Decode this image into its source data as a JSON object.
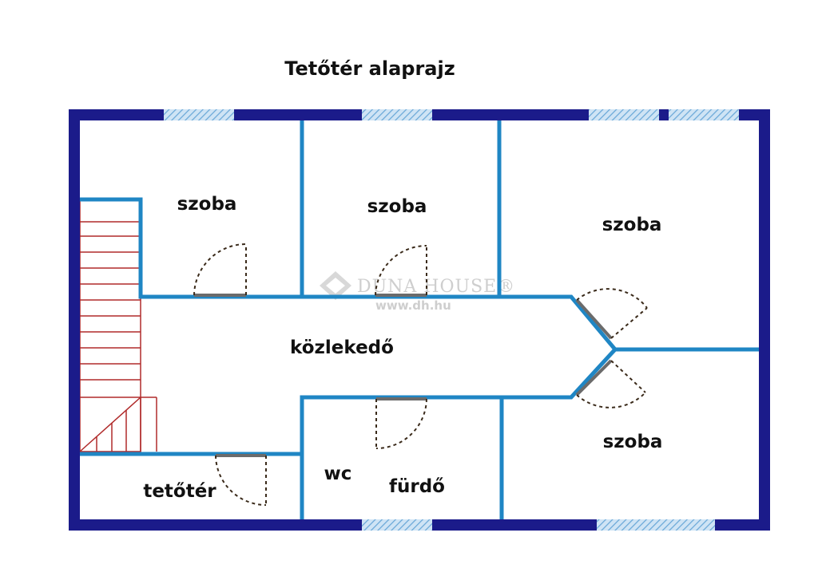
{
  "title": "Tetőtér alaprajz",
  "rooms": {
    "room1": "szoba",
    "room2": "szoba",
    "room3": "szoba",
    "room4": "szoba",
    "corridor": "közlekedő",
    "wc": "wc",
    "bathroom": "fürdő",
    "attic": "tetőtér"
  },
  "watermark": {
    "name": "DUNA HOUSE®",
    "url": "www.dh.hu"
  },
  "colors": {
    "outer_wall": "#1b1b8a",
    "inner_wall": "#1f86c4",
    "stairs": "#b02a2a",
    "window": "#7fb6e0"
  }
}
